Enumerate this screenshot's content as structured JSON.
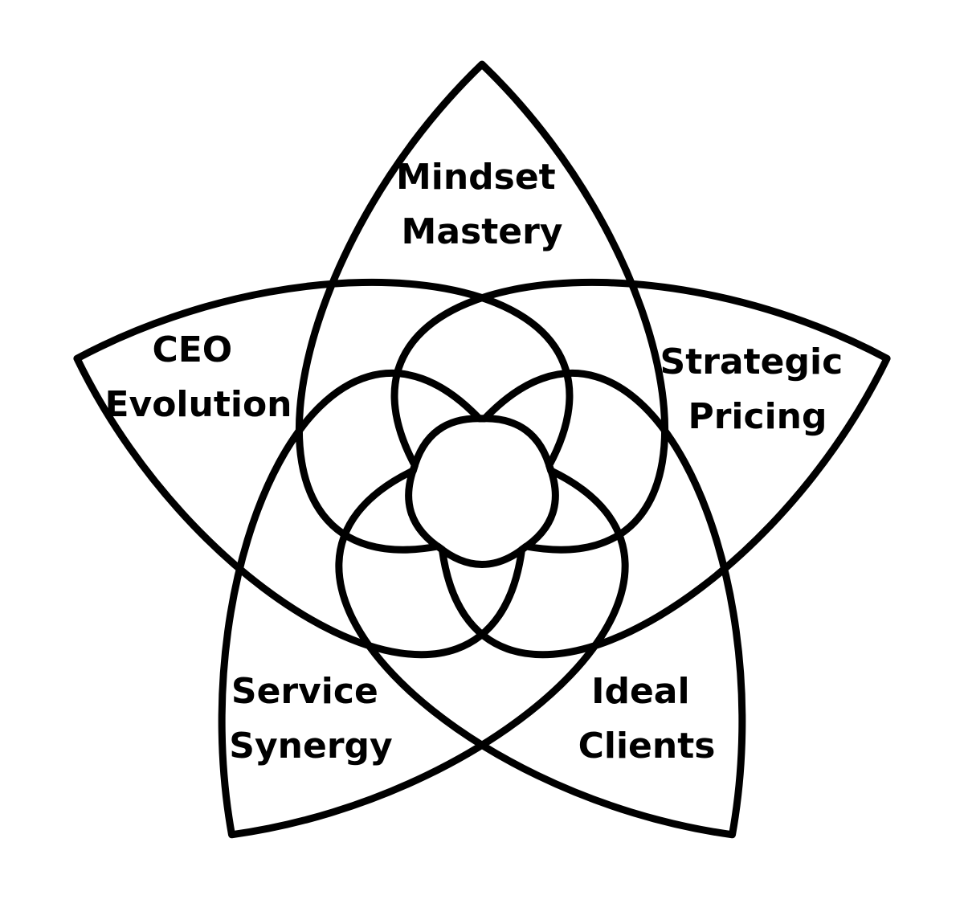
{
  "diagram": {
    "stroke_color": "#000000",
    "background_color": "#ffffff",
    "petals": [
      {
        "id": "top",
        "lines": [
          "Mindset",
          "Mastery"
        ]
      },
      {
        "id": "right",
        "lines": [
          "Strategic",
          "Pricing"
        ]
      },
      {
        "id": "bottom-right",
        "lines": [
          "Ideal",
          "Clients"
        ]
      },
      {
        "id": "bottom-left",
        "lines": [
          "Service",
          "Synergy"
        ]
      },
      {
        "id": "left",
        "lines": [
          "CEO",
          "Evolution"
        ]
      }
    ]
  }
}
